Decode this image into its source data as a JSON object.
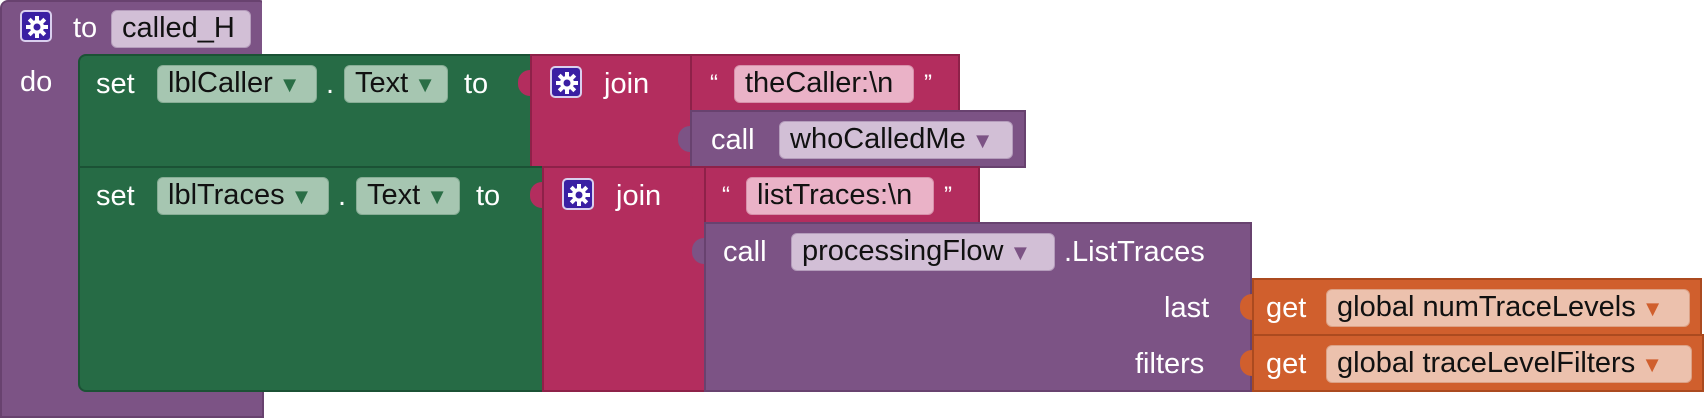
{
  "procedure": {
    "to_label": "to",
    "name": "called_H",
    "do_label": "do"
  },
  "statements": [
    {
      "set_label": "set",
      "component": "lblCaller",
      "dot": ".",
      "property": "Text",
      "to_label": "to",
      "join_label": "join",
      "string": {
        "open_quote": "“",
        "value": "theCaller:\\n",
        "close_quote": "”"
      },
      "call": {
        "call_label": "call",
        "procedure": "whoCalledMe"
      }
    },
    {
      "set_label": "set",
      "component": "lblTraces",
      "dot": ".",
      "property": "Text",
      "to_label": "to",
      "join_label": "join",
      "string": {
        "open_quote": "“",
        "value": "listTraces:\\n",
        "close_quote": "”"
      },
      "call": {
        "call_label": "call",
        "component": "processingFlow",
        "method": ".ListTraces",
        "args": [
          {
            "name": "last",
            "get_label": "get",
            "variable": "global numTraceLevels"
          },
          {
            "name": "filters",
            "get_label": "get",
            "variable": "global traceLevelFilters"
          }
        ]
      }
    }
  ],
  "dropdown_glyph": "▼",
  "colors": {
    "procedure": "#7c5385",
    "component_set": "#266b45",
    "text": "#b32d5e",
    "variable_get": "#d05f2d",
    "mutator_gear": "#3a1fa3"
  },
  "icons": [
    "gear-icon"
  ]
}
